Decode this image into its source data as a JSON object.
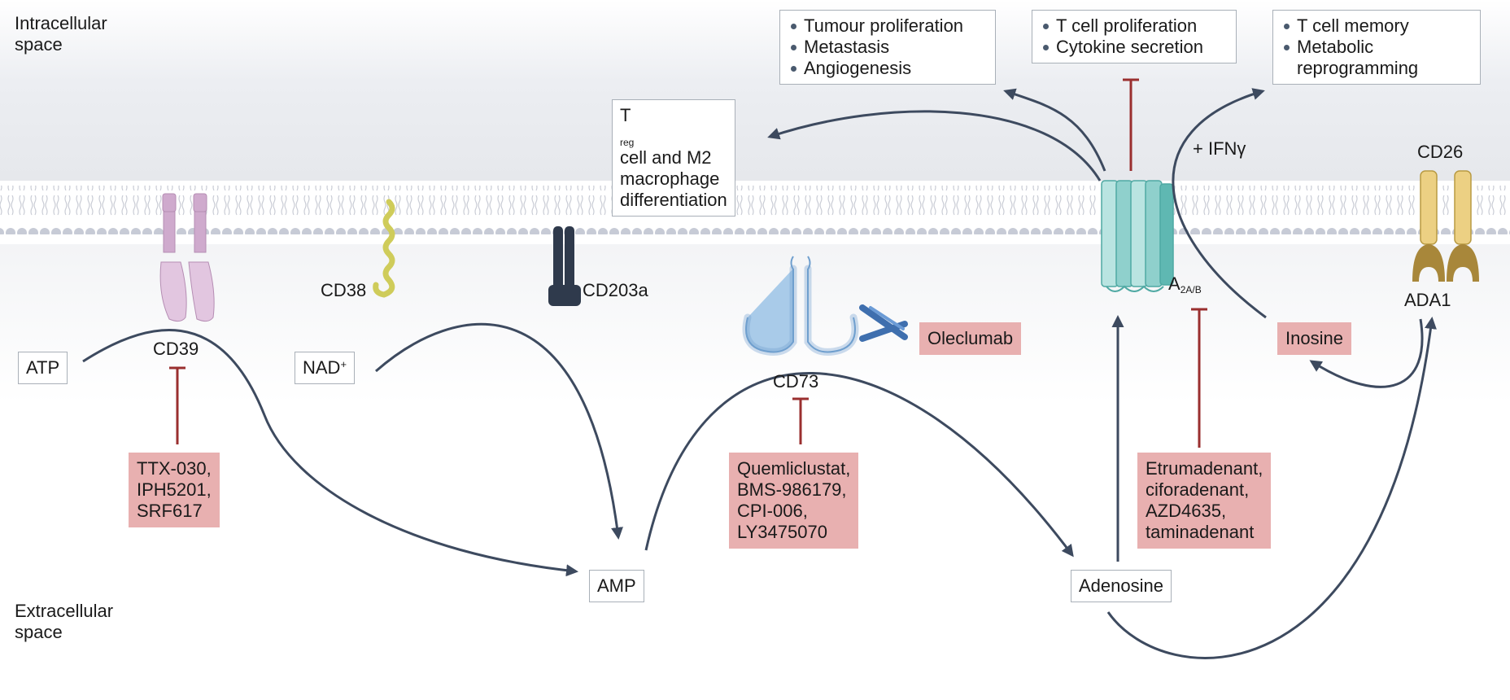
{
  "regions": {
    "intracellular": [
      "Intracellular",
      "space"
    ],
    "extracellular": [
      "Extracellular",
      "space"
    ]
  },
  "proteins": {
    "cd39": "CD39",
    "cd38": "CD38",
    "cd203a": "CD203a",
    "cd73": "CD73",
    "a2ab": {
      "base": "A",
      "sub": "2A/B"
    },
    "cd26": "CD26",
    "ada1": "ADA1"
  },
  "metabolites": {
    "atp": "ATP",
    "nad": {
      "base": "NAD",
      "sup": "+"
    },
    "amp": "AMP",
    "adenosine": "Adenosine",
    "inosine": "Inosine"
  },
  "drugs": {
    "cd39_inhibitors": [
      "TTX-030,",
      "IPH5201,",
      "SRF617"
    ],
    "cd73_inhibitors": [
      "Quemliclustat,",
      "BMS-986179,",
      "CPI-006,",
      "LY3475070"
    ],
    "cd73_antibody": "Oleclumab",
    "a2ab_antagonists": [
      "Etrumadenant,",
      "ciforadenant,",
      "AZD4635,",
      "taminadenant"
    ]
  },
  "effects": {
    "treg": {
      "t": "T",
      "sub": "reg",
      "rest": " cell and M2",
      "lines": [
        "macrophage",
        "differentiation"
      ]
    },
    "tumour": [
      "Tumour proliferation",
      "Metastasis",
      "Angiogenesis"
    ],
    "tcell": [
      "T cell proliferation",
      "Cytokine secretion"
    ],
    "memory": [
      "T cell memory",
      "Metabolic",
      "reprogramming"
    ],
    "ifn": "+ IFNγ"
  },
  "colors": {
    "arrow": "#3d4a5f",
    "inhibit": "#9a2f2f",
    "drug_fill": "#e8b0b0",
    "lipid": "#c6cad6",
    "cd39": "#d9b8d8",
    "cd38": "#d5d46a",
    "cd203a": "#2f3a4c",
    "cd73": "#a9cbe9",
    "antibody": "#3f6fae",
    "a2a": "#8fd0cc",
    "cd26": "#e6c56a",
    "ada1": "#a8873a"
  }
}
